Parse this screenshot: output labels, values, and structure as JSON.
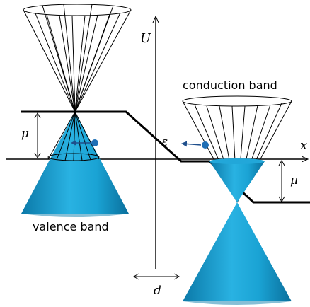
{
  "labels": {
    "axis_u": "U",
    "axis_x": "x",
    "energy": "ε",
    "mu_left": "μ",
    "mu_right": "μ",
    "distance": "d",
    "conduction_band": "conduction band",
    "valence_band": "valence band"
  },
  "colors": {
    "band_fill": "#1aa3d4",
    "band_dark": "#0d7fae",
    "band_light": "#42bde8",
    "electron": "#1f6fb5",
    "line": "#000000"
  }
}
